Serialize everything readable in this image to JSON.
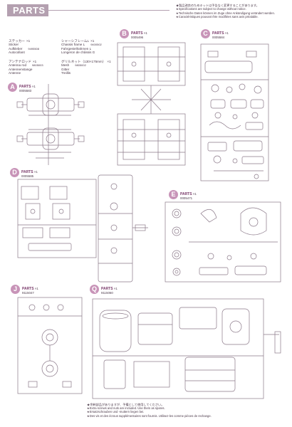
{
  "header": {
    "title": "PARTS"
  },
  "notes": [
    "★製品改良のためキットは予告なく変更することがあります。",
    "★Specifications are subject to change without notice.",
    "★Technische Daten können im Zuge ohne Ankündigung verändert werden.",
    "★Caractéristiques pouvant être modifiées sans avis préalable."
  ],
  "single_parts": [
    {
      "jp": "ステッカー",
      "en": "Sticker",
      "de": "Aufkleber",
      "fr": "Autocollant",
      "qty": "×1",
      "num": "9495508"
    },
    {
      "jp": "シャーシフレームL",
      "en": "Chassis frame L",
      "de": "Fahrgestellrahmen L",
      "fr": "Longeron de châssis G",
      "qty": "×1",
      "num": "9400502"
    },
    {
      "jp": "アンテナロッド",
      "en": "Antenna rod",
      "de": "Antennenstange",
      "fr": "Antenne",
      "qty": "×1",
      "num": "9805003"
    },
    {
      "jp": "グリルネット（130×175mm）",
      "en": "Mesh",
      "de": "Gitter",
      "fr": "Treillis",
      "qty": "×1",
      "num": "9805002"
    }
  ],
  "parts": [
    {
      "letter": "A",
      "label": "PARTS",
      "qty": "×1",
      "num": "0005583"
    },
    {
      "letter": "B",
      "label": "PARTS",
      "qty": "×1",
      "num": "0005496"
    },
    {
      "letter": "C",
      "label": "PARTS",
      "qty": "×1",
      "num": "0005584"
    },
    {
      "letter": "D",
      "label": "PARTS",
      "qty": "×1",
      "num": "0005585"
    },
    {
      "letter": "E",
      "label": "PARTS",
      "qty": "×1",
      "num": "0005471"
    },
    {
      "letter": "J",
      "label": "PARTS",
      "qty": "×1",
      "num": "9115047"
    },
    {
      "letter": "Q",
      "label": "PARTS",
      "qty": "×1",
      "num": "9115060"
    }
  ],
  "footer": [
    "★余剰部品がありますが、予備として使用してください。",
    "★Extra screws and nuts are included. Use them as spares.",
    "★Ersatzschrauben und -muttern liegen bei.",
    "★Des vis et des écrous supplémentaires sont fournis. Utilisez-les comme pièces de rechange."
  ],
  "colors": {
    "accent": "#c894b8",
    "header": "#b4a0b0",
    "ink": "#6a5068",
    "sprue": "#8a7888"
  }
}
